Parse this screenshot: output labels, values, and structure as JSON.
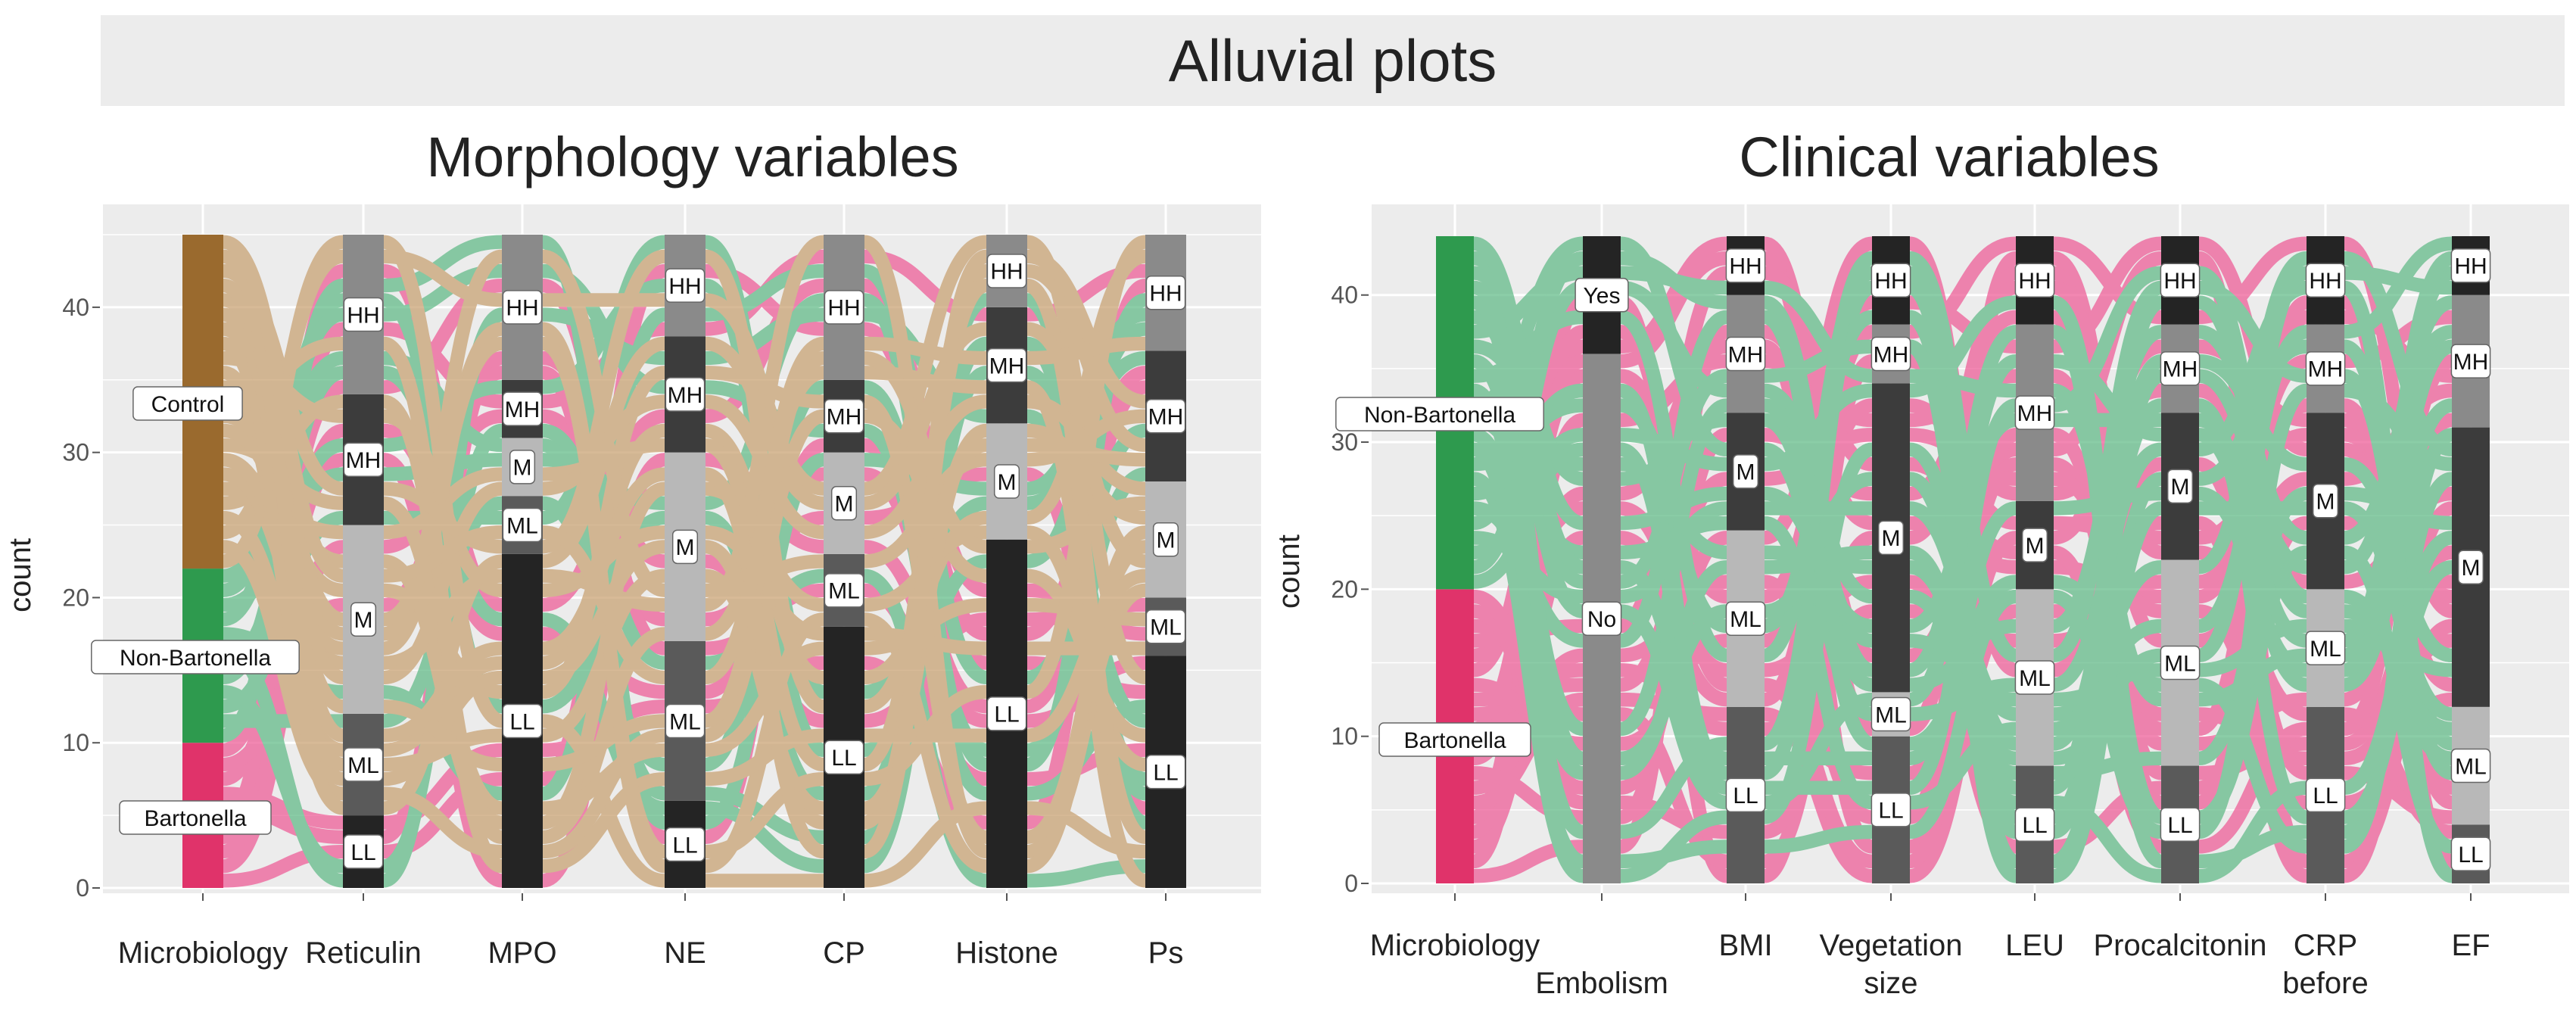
{
  "header": {
    "title": "Alluvial plots"
  },
  "chart_data": [
    {
      "type": "alluvial",
      "title": "Morphology variables",
      "xlabel": "",
      "ylabel": "count",
      "ylim": [
        0,
        45
      ],
      "yticks": [
        0,
        10,
        20,
        30,
        40
      ],
      "grid": true,
      "axes": [
        "Microbiology",
        "Reticulin",
        "MPO",
        "NE",
        "CP",
        "Histone",
        "Ps"
      ],
      "group_colors": {
        "Control": "#9a6a2e",
        "Non-Bartonella": "#2e9a4e",
        "Bartonella": "#e0336a"
      },
      "flow_colors": {
        "Control": "#c8a070",
        "Non-Bartonella": "#5fba86",
        "Bartonella": "#ee5a95"
      },
      "level_colors": {
        "HH": "#8a8a8a",
        "MH": "#3c3c3c",
        "M": "#b8b8b8",
        "ML": "#5a5a5a",
        "LL": "#242424"
      },
      "microbiology": [
        {
          "label": "Bartonella",
          "count": 10
        },
        {
          "label": "Non-Bartonella",
          "count": 12
        },
        {
          "label": "Control",
          "count": 23
        }
      ],
      "strata": [
        {
          "axis": "Reticulin",
          "levels": [
            {
              "label": "LL",
              "count": 5
            },
            {
              "label": "ML",
              "count": 7
            },
            {
              "label": "M",
              "count": 13
            },
            {
              "label": "MH",
              "count": 9
            },
            {
              "label": "HH",
              "count": 11
            }
          ]
        },
        {
          "axis": "MPO",
          "levels": [
            {
              "label": "LL",
              "count": 23
            },
            {
              "label": "ML",
              "count": 4
            },
            {
              "label": "M",
              "count": 4
            },
            {
              "label": "MH",
              "count": 4
            },
            {
              "label": "HH",
              "count": 10
            }
          ]
        },
        {
          "axis": "NE",
          "levels": [
            {
              "label": "LL",
              "count": 6
            },
            {
              "label": "ML",
              "count": 11
            },
            {
              "label": "M",
              "count": 13
            },
            {
              "label": "MH",
              "count": 8
            },
            {
              "label": "HH",
              "count": 7
            }
          ]
        },
        {
          "axis": "CP",
          "levels": [
            {
              "label": "LL",
              "count": 18
            },
            {
              "label": "ML",
              "count": 5
            },
            {
              "label": "M",
              "count": 7
            },
            {
              "label": "MH",
              "count": 5
            },
            {
              "label": "HH",
              "count": 10
            }
          ]
        },
        {
          "axis": "Histone",
          "levels": [
            {
              "label": "LL",
              "count": 24
            },
            {
              "label": "ML",
              "count": 0
            },
            {
              "label": "M",
              "count": 8
            },
            {
              "label": "MH",
              "count": 8
            },
            {
              "label": "HH",
              "count": 5
            }
          ]
        },
        {
          "axis": "Ps",
          "levels": [
            {
              "label": "LL",
              "count": 16
            },
            {
              "label": "ML",
              "count": 4
            },
            {
              "label": "M",
              "count": 8
            },
            {
              "label": "MH",
              "count": 9
            },
            {
              "label": "HH",
              "count": 8
            }
          ]
        }
      ]
    },
    {
      "type": "alluvial",
      "title": "Clinical variables",
      "xlabel": "",
      "ylabel": "count",
      "ylim": [
        0,
        44
      ],
      "yticks": [
        0,
        10,
        20,
        30,
        40
      ],
      "grid": true,
      "axes": [
        "Microbiology",
        "Embolism",
        "BMI",
        "Vegetation size",
        "LEU",
        "Procalcitonin",
        "CRP before",
        "EF"
      ],
      "group_colors": {
        "Non-Bartonella": "#2e9a4e",
        "Bartonella": "#e0336a"
      },
      "flow_colors": {
        "Non-Bartonella": "#5fba86",
        "Bartonella": "#ee5a95"
      },
      "level_colors": {
        "Yes": "#242424",
        "No": "#8a8a8a",
        "HH": "#242424",
        "MH": "#8a8a8a",
        "M": "#3c3c3c",
        "ML": "#b8b8b8",
        "LL": "#5a5a5a"
      },
      "microbiology": [
        {
          "label": "Bartonella",
          "count": 20
        },
        {
          "label": "Non-Bartonella",
          "count": 24
        }
      ],
      "strata": [
        {
          "axis": "Embolism",
          "levels": [
            {
              "label": "No",
              "count": 36
            },
            {
              "label": "Yes",
              "count": 8
            }
          ]
        },
        {
          "axis": "BMI",
          "levels": [
            {
              "label": "LL",
              "count": 12
            },
            {
              "label": "ML",
              "count": 12
            },
            {
              "label": "M",
              "count": 8
            },
            {
              "label": "MH",
              "count": 8
            },
            {
              "label": "HH",
              "count": 4
            }
          ]
        },
        {
          "axis": "Vegetation size",
          "levels": [
            {
              "label": "LL",
              "count": 10
            },
            {
              "label": "ML",
              "count": 3
            },
            {
              "label": "M",
              "count": 21
            },
            {
              "label": "MH",
              "count": 4
            },
            {
              "label": "HH",
              "count": 6
            }
          ]
        },
        {
          "axis": "LEU",
          "levels": [
            {
              "label": "LL",
              "count": 8
            },
            {
              "label": "ML",
              "count": 12
            },
            {
              "label": "M",
              "count": 6
            },
            {
              "label": "MH",
              "count": 12
            },
            {
              "label": "HH",
              "count": 6
            }
          ]
        },
        {
          "axis": "Procalcitonin",
          "levels": [
            {
              "label": "LL",
              "count": 8
            },
            {
              "label": "ML",
              "count": 14
            },
            {
              "label": "M",
              "count": 10
            },
            {
              "label": "MH",
              "count": 6
            },
            {
              "label": "HH",
              "count": 6
            }
          ]
        },
        {
          "axis": "CRP before",
          "levels": [
            {
              "label": "LL",
              "count": 12
            },
            {
              "label": "ML",
              "count": 8
            },
            {
              "label": "M",
              "count": 12
            },
            {
              "label": "MH",
              "count": 6
            },
            {
              "label": "HH",
              "count": 6
            }
          ]
        },
        {
          "axis": "EF",
          "levels": [
            {
              "label": "LL",
              "count": 4
            },
            {
              "label": "ML",
              "count": 8
            },
            {
              "label": "M",
              "count": 19
            },
            {
              "label": "MH",
              "count": 9
            },
            {
              "label": "HH",
              "count": 4
            }
          ]
        }
      ]
    }
  ]
}
